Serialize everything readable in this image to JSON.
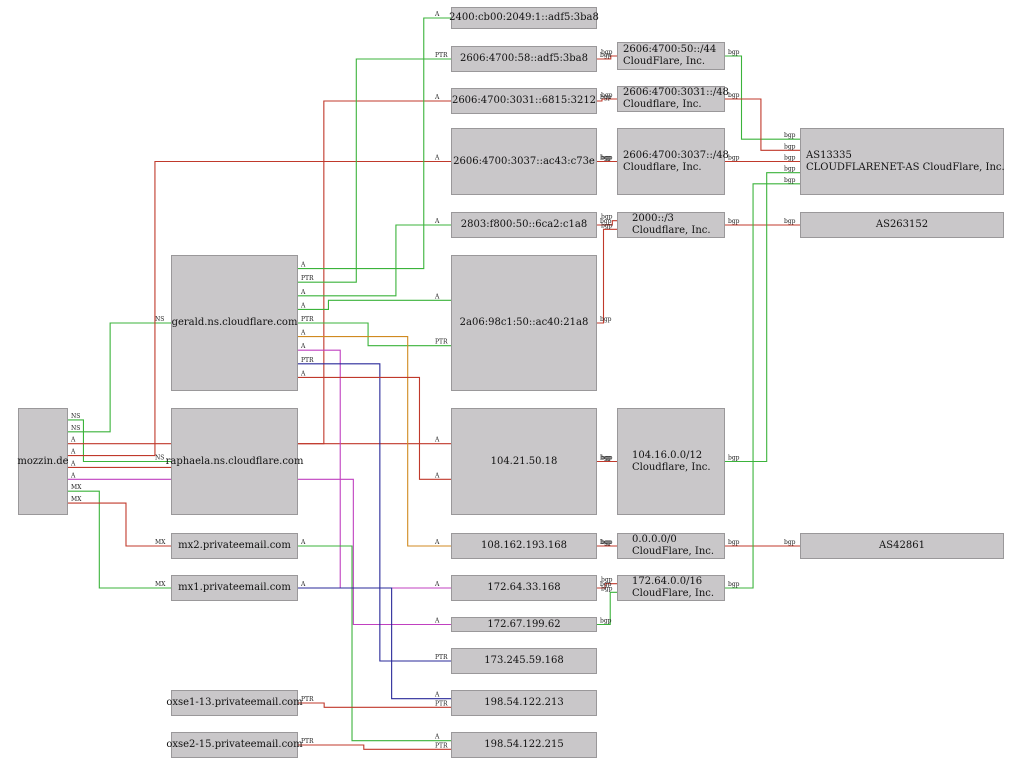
{
  "colors": {
    "A": "#c0392b",
    "AAAA": "#3bb33b",
    "NS": "#3bb33b",
    "MX": "#c040c0",
    "PTR": "#3bb33b",
    "bgp": "#3bb33b",
    "blue": "#2a2a9a",
    "orange": "#d08a20"
  },
  "nodes": {
    "mozzin": {
      "lines": [
        "mozzin.de"
      ]
    },
    "gerald": {
      "lines": [
        "gerald.ns.cloudflare.com"
      ]
    },
    "raphaela": {
      "lines": [
        "raphaela.ns.cloudflare.com"
      ]
    },
    "mx2": {
      "lines": [
        "mx2.privateemail.com"
      ]
    },
    "mx1": {
      "lines": [
        "mx1.privateemail.com"
      ]
    },
    "oxse1": {
      "lines": [
        "oxse1-13.privateemail.com"
      ]
    },
    "oxse2": {
      "lines": [
        "oxse2-15.privateemail.com"
      ]
    },
    "ip_2400": {
      "lines": [
        "2400:cb00:2049:1::adf5:3ba8"
      ]
    },
    "ip_2606_58": {
      "lines": [
        "2606:4700:58::adf5:3ba8"
      ]
    },
    "ip_2606_3031": {
      "lines": [
        "2606:4700:3031::6815:3212"
      ]
    },
    "ip_2606_3037": {
      "lines": [
        "2606:4700:3037::ac43:c73e"
      ]
    },
    "ip_2803": {
      "lines": [
        "2803:f800:50::6ca2:c1a8"
      ]
    },
    "ip_2a06": {
      "lines": [
        "2a06:98c1:50::ac40:21a8"
      ]
    },
    "ip_104": {
      "lines": [
        "104.21.50.18"
      ]
    },
    "ip_108": {
      "lines": [
        "108.162.193.168"
      ]
    },
    "ip_172_64": {
      "lines": [
        "172.64.33.168"
      ]
    },
    "ip_172_67": {
      "lines": [
        "172.67.199.62"
      ]
    },
    "ip_173": {
      "lines": [
        "173.245.59.168"
      ]
    },
    "ip_198_213": {
      "lines": [
        "198.54.122.213"
      ]
    },
    "ip_198_215": {
      "lines": [
        "198.54.122.215"
      ]
    },
    "pfx_2606_50": {
      "lines": [
        "2606:4700:50::/44",
        "CloudFlare, Inc."
      ]
    },
    "pfx_2606_3031": {
      "lines": [
        "2606:4700:3031::/48",
        "Cloudflare, Inc."
      ]
    },
    "pfx_2606_3037": {
      "lines": [
        "2606:4700:3037::/48",
        "Cloudflare, Inc."
      ]
    },
    "pfx_2000": {
      "lines": [
        "2000::/3",
        "Cloudflare, Inc."
      ]
    },
    "pfx_104": {
      "lines": [
        "104.16.0.0/12",
        "Cloudflare, Inc."
      ]
    },
    "pfx_0": {
      "lines": [
        "0.0.0.0/0",
        "CloudFlare, Inc."
      ]
    },
    "pfx_172": {
      "lines": [
        "172.64.0.0/16",
        "CloudFlare, Inc."
      ]
    },
    "as13335": {
      "lines": [
        "AS13335",
        "CLOUDFLARENET-AS CloudFlare, Inc."
      ]
    },
    "as263152": {
      "lines": [
        "AS263152"
      ]
    },
    "as42861": {
      "lines": [
        "AS42861"
      ]
    }
  },
  "edges": [
    {
      "from": "mozzin",
      "to": "raphaela",
      "label": "NS",
      "type": "NS"
    },
    {
      "from": "mozzin",
      "to": "gerald",
      "label": "NS",
      "type": "NS"
    },
    {
      "from": "mozzin",
      "to": "ip_2606_3031",
      "label": "A",
      "type": "A"
    },
    {
      "from": "mozzin",
      "to": "ip_2606_3037",
      "label": "A",
      "type": "A"
    },
    {
      "from": "mozzin",
      "to": "ip_104",
      "label": "A",
      "type": "A"
    },
    {
      "from": "mozzin",
      "to": "ip_172_67",
      "label": "A",
      "type": "MX"
    },
    {
      "from": "mozzin",
      "to": "mx1",
      "label": "MX",
      "type": "AAAA"
    },
    {
      "from": "mozzin",
      "to": "mx2",
      "label": "MX",
      "type": "A"
    },
    {
      "from": "gerald",
      "to": "ip_2400",
      "label": "A",
      "type": "AAAA"
    },
    {
      "from": "gerald",
      "to": "ip_2606_58",
      "label": "PTR",
      "type": "PTR"
    },
    {
      "from": "gerald",
      "to": "ip_2803",
      "label": "A",
      "type": "AAAA"
    },
    {
      "from": "gerald",
      "to": "ip_2a06",
      "label": "A",
      "type": "AAAA"
    },
    {
      "from": "gerald",
      "to": "ip_2a06",
      "label": "PTR",
      "type": "PTR"
    },
    {
      "from": "gerald",
      "to": "ip_108",
      "label": "A",
      "type": "orange"
    },
    {
      "from": "gerald",
      "to": "ip_172_64",
      "label": "A",
      "type": "MX"
    },
    {
      "from": "gerald",
      "to": "ip_173",
      "label": "PTR",
      "type": "blue"
    },
    {
      "from": "gerald",
      "to": "ip_104",
      "label": "A",
      "type": "A"
    },
    {
      "from": "mx2",
      "to": "ip_198_215",
      "label": "A",
      "type": "AAAA"
    },
    {
      "from": "mx1",
      "to": "ip_198_213",
      "label": "A",
      "type": "blue"
    },
    {
      "from": "oxse1",
      "to": "ip_198_213",
      "label": "PTR",
      "type": "A"
    },
    {
      "from": "oxse2",
      "to": "ip_198_215",
      "label": "PTR",
      "type": "A"
    },
    {
      "from": "ip_2606_58",
      "to": "pfx_2606_50",
      "label": "bgp",
      "type": "A"
    },
    {
      "from": "ip_2606_3031",
      "to": "pfx_2606_3031",
      "label": "bgp",
      "type": "A"
    },
    {
      "from": "ip_2606_3037",
      "to": "pfx_2606_3037",
      "label": "bgp",
      "type": "A"
    },
    {
      "from": "ip_2803",
      "to": "pfx_2000",
      "label": "bgp",
      "type": "A"
    },
    {
      "from": "ip_2a06",
      "to": "pfx_2000",
      "label": "bgp",
      "type": "A"
    },
    {
      "from": "ip_104",
      "to": "pfx_104",
      "label": "bgp",
      "type": "A"
    },
    {
      "from": "ip_108",
      "to": "pfx_0",
      "label": "bgp",
      "type": "A"
    },
    {
      "from": "ip_172_64",
      "to": "pfx_172",
      "label": "bgp",
      "type": "A"
    },
    {
      "from": "ip_172_67",
      "to": "pfx_172",
      "label": "bgp",
      "type": "AAAA"
    },
    {
      "from": "pfx_2606_50",
      "to": "as13335",
      "label": "bgp",
      "type": "AAAA"
    },
    {
      "from": "pfx_2606_3031",
      "to": "as13335",
      "label": "bgp",
      "type": "A"
    },
    {
      "from": "pfx_2606_3037",
      "to": "as13335",
      "label": "bgp",
      "type": "A"
    },
    {
      "from": "pfx_2000",
      "to": "as263152",
      "label": "bgp",
      "type": "A"
    },
    {
      "from": "pfx_104",
      "to": "as13335",
      "label": "bgp",
      "type": "AAAA"
    },
    {
      "from": "pfx_0",
      "to": "as42861",
      "label": "bgp",
      "type": "A"
    },
    {
      "from": "pfx_172",
      "to": "as13335",
      "label": "bgp",
      "type": "AAAA"
    }
  ]
}
